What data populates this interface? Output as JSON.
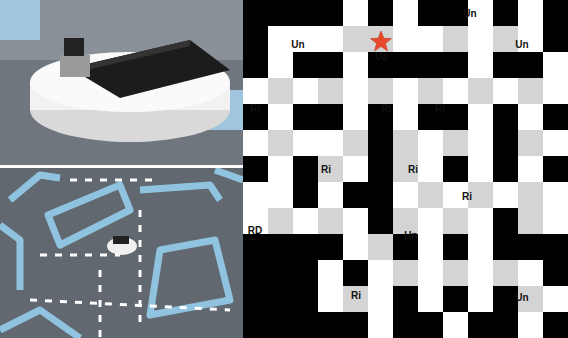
{
  "diagram": {
    "labels": [
      "Un",
      "Un",
      "Up",
      "Un",
      "Ri",
      "Ri",
      "Ri",
      "Ri",
      "Ri",
      "Ri",
      "RD",
      "Un",
      "Ri",
      "Un"
    ]
  }
}
